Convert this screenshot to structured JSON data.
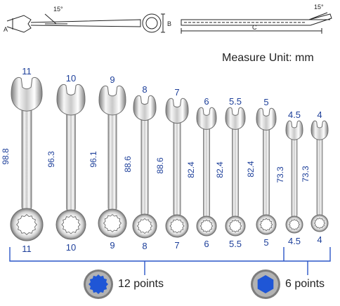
{
  "diagram": {
    "angle_left": "15°",
    "angle_right": "15°",
    "dim_a": "A",
    "dim_b": "B",
    "dim_c": "C"
  },
  "measure_unit": "Measure Unit: mm",
  "wrenches": [
    {
      "size_top": "11",
      "length": "98.8",
      "size_bottom": "11"
    },
    {
      "size_top": "10",
      "length": "96.3",
      "size_bottom": "10"
    },
    {
      "size_top": "9",
      "length": "96.1",
      "size_bottom": "9"
    },
    {
      "size_top": "8",
      "length": "88.6",
      "size_bottom": "8"
    },
    {
      "size_top": "7",
      "length": "88.6",
      "size_bottom": "7"
    },
    {
      "size_top": "6",
      "length": "82.4",
      "size_bottom": "6"
    },
    {
      "size_top": "5.5",
      "length": "82.4",
      "size_bottom": "5.5"
    },
    {
      "size_top": "5",
      "length": "82.4",
      "size_bottom": "5"
    },
    {
      "size_top": "4.5",
      "length": "73.3",
      "size_bottom": "4.5"
    },
    {
      "size_top": "4",
      "length": "73.3",
      "size_bottom": "4"
    }
  ],
  "legend": {
    "twelve_point": "12 points",
    "six_point": "6 points"
  },
  "colors": {
    "label_blue": "#1d3f9a",
    "chrome_light": "#f4f4f4",
    "chrome_dark": "#8a8a8a",
    "legend_blue": "#1f56d6",
    "legend_gray": "#9a9a9a"
  }
}
